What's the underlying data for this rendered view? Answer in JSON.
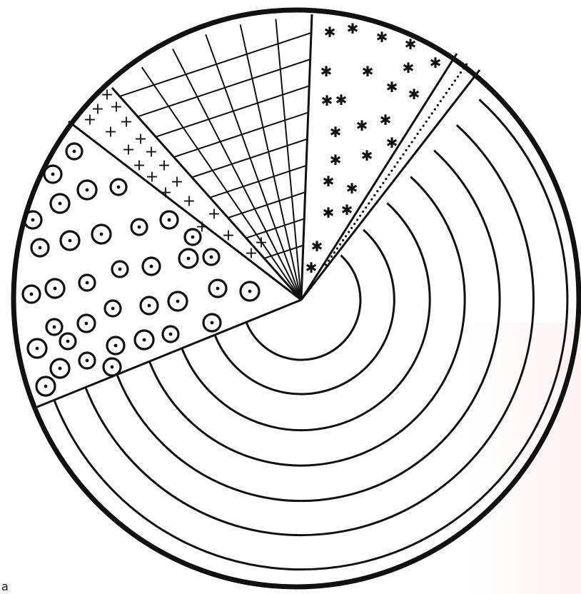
{
  "figure": {
    "corner_label": "a",
    "segments": [
      {
        "name": "concentric-ring-segment",
        "pattern": "concentric-arcs"
      },
      {
        "name": "dotted-circle-segment",
        "pattern": "circles-with-dots"
      },
      {
        "name": "cross-mark-segment",
        "pattern": "plus-marks"
      },
      {
        "name": "grid-segment",
        "pattern": "grid"
      },
      {
        "name": "star-segment",
        "pattern": "asterisk-marks"
      },
      {
        "name": "stippled-strip-segment",
        "pattern": "stipple"
      }
    ],
    "colors": {
      "ink": "#111111",
      "paper": "#ffffff"
    }
  }
}
